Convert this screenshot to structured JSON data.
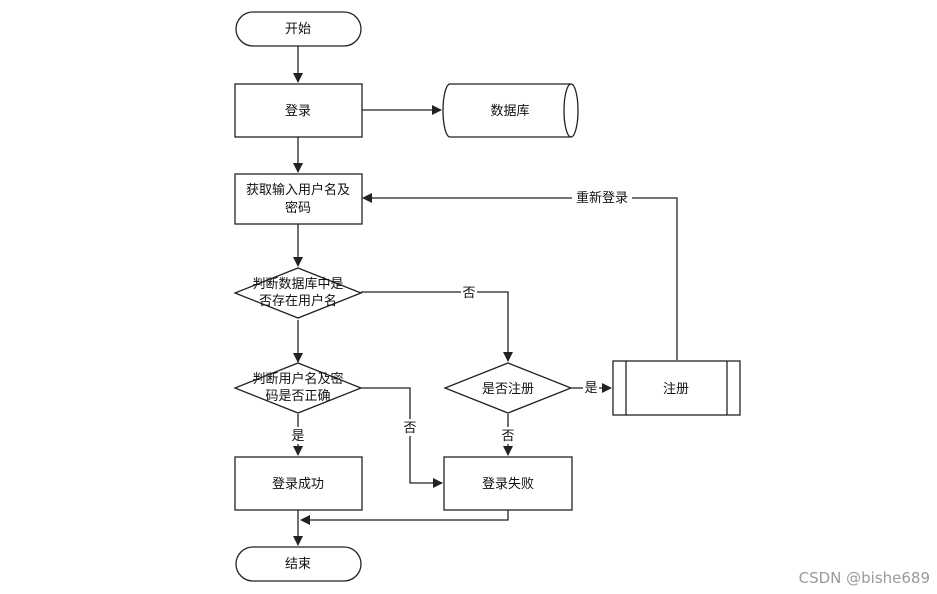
{
  "flowchart": {
    "nodes": {
      "start": "开始",
      "login": "登录",
      "database": "数据库",
      "get_input": [
        "获取输入用户名及",
        "密码"
      ],
      "check_user": [
        "判断数据库中是",
        "否存在用户名"
      ],
      "check_pwd": [
        "判断用户名及密",
        "码是否正确"
      ],
      "register_q": "是否注册",
      "register": "注册",
      "login_success": "登录成功",
      "login_fail": "登录失败",
      "end": "结束"
    },
    "edges": {
      "relogin": "重新登录",
      "no_user": "否",
      "pwd_yes": "是",
      "pwd_no": "否",
      "reg_yes": "是",
      "reg_no": "否"
    }
  },
  "watermark": "CSDN @bishe689"
}
